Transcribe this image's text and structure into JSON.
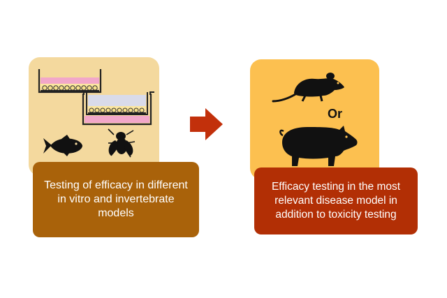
{
  "left_caption": "Testing of efficacy in different in vitro and invertebrate models",
  "right_caption": "Efficacy testing in the most relevant disease model in addition to toxicity testing",
  "or_label": "Or",
  "colors": {
    "left_panel": "#f4d99e",
    "right_panel": "#fcc050",
    "left_caption_bg": "#a9620a",
    "right_caption_bg": "#b22f05",
    "arrow": "#c2300b",
    "cell_layer": "#f2a7c9"
  },
  "icons": [
    "cell-culture-dish-icon",
    "transwell-insert-icon",
    "fish-icon",
    "fly-icon",
    "rat-icon",
    "pig-icon",
    "right-arrow-icon"
  ]
}
